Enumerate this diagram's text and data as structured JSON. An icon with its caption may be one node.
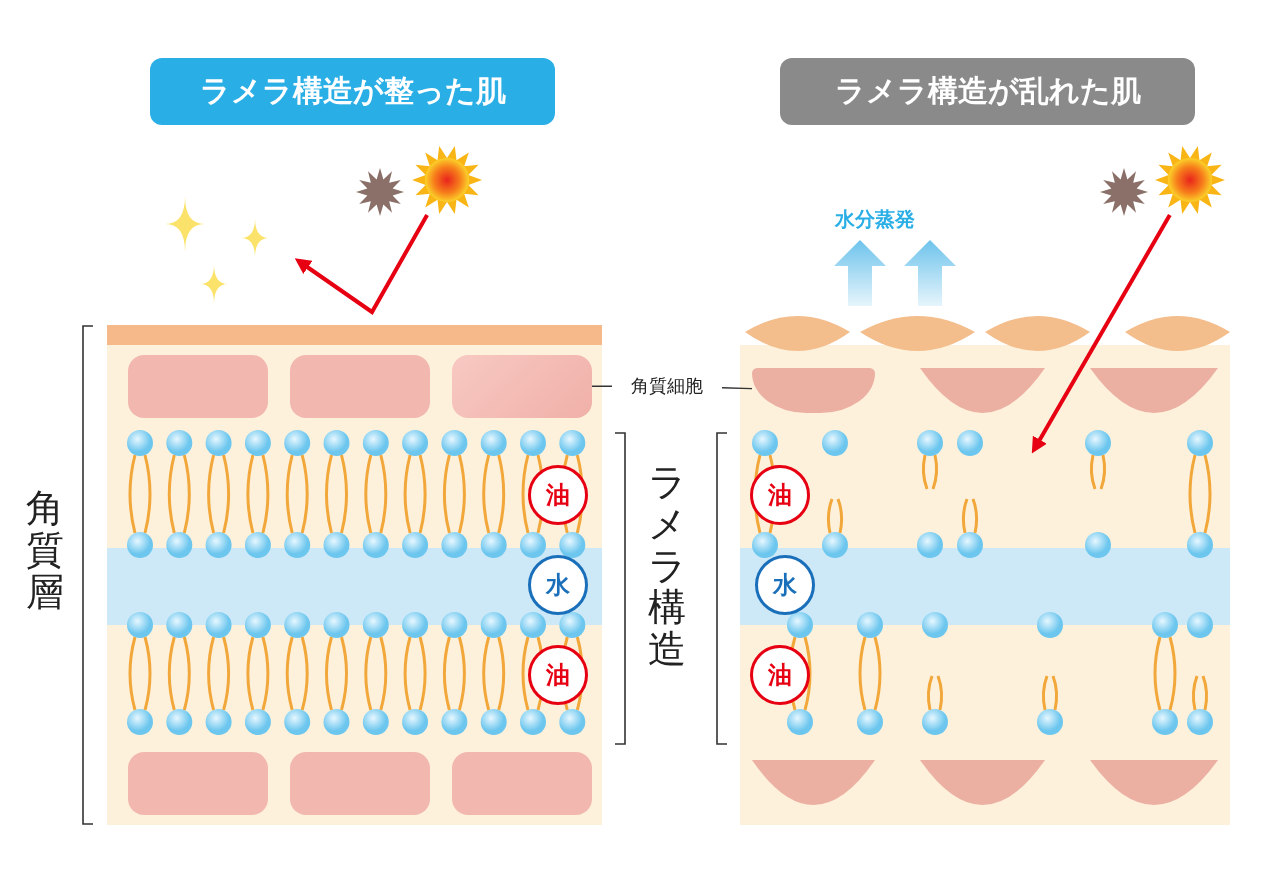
{
  "diagram": {
    "nodes": [
      {
        "text": [
          "ラメラ構造が整った肌"
        ]
      },
      {
        "text": [
          "ラメラ構造が乱れた肌"
        ]
      },
      {
        "text": [],
        "shape": "picture"
      },
      {
        "text": [],
        "shape": "box"
      },
      {
        "text": [],
        "shape": "picture"
      },
      {
        "text": [],
        "shape": "box"
      },
      {
        "text": [
          "角質細胞"
        ]
      },
      {
        "text": [],
        "shape": "box",
        "in": 3
      },
      {
        "text": [],
        "shape": "box",
        "in": 5
      },
      {
        "text": [
          "油"
        ],
        "in": 3
      },
      {
        "text": [
          "水"
        ],
        "in": 3
      },
      {
        "text": [
          "油"
        ],
        "in": 3
      },
      {
        "text": [
          "油"
        ],
        "in": 5
      },
      {
        "text": [
          "水"
        ],
        "in": 5
      },
      {
        "text": [
          "油"
        ],
        "in": 5
      }
    ],
    "edges": [
      {
        "from": 2,
        "to": null,
        "arrow": "to",
        "style": "thick",
        "color": "#e60012"
      },
      {
        "from": 4,
        "to": null,
        "arrow": "to",
        "style": "thick",
        "color": "#e60012"
      },
      {
        "from": 6,
        "to": 7,
        "arrow": "none",
        "color": "#333333"
      },
      {
        "from": 6,
        "to": 8,
        "arrow": "none",
        "color": "#333333"
      }
    ],
    "labels": [
      "水分蒸発",
      "角質層",
      "ラメラ構造"
    ]
  }
}
